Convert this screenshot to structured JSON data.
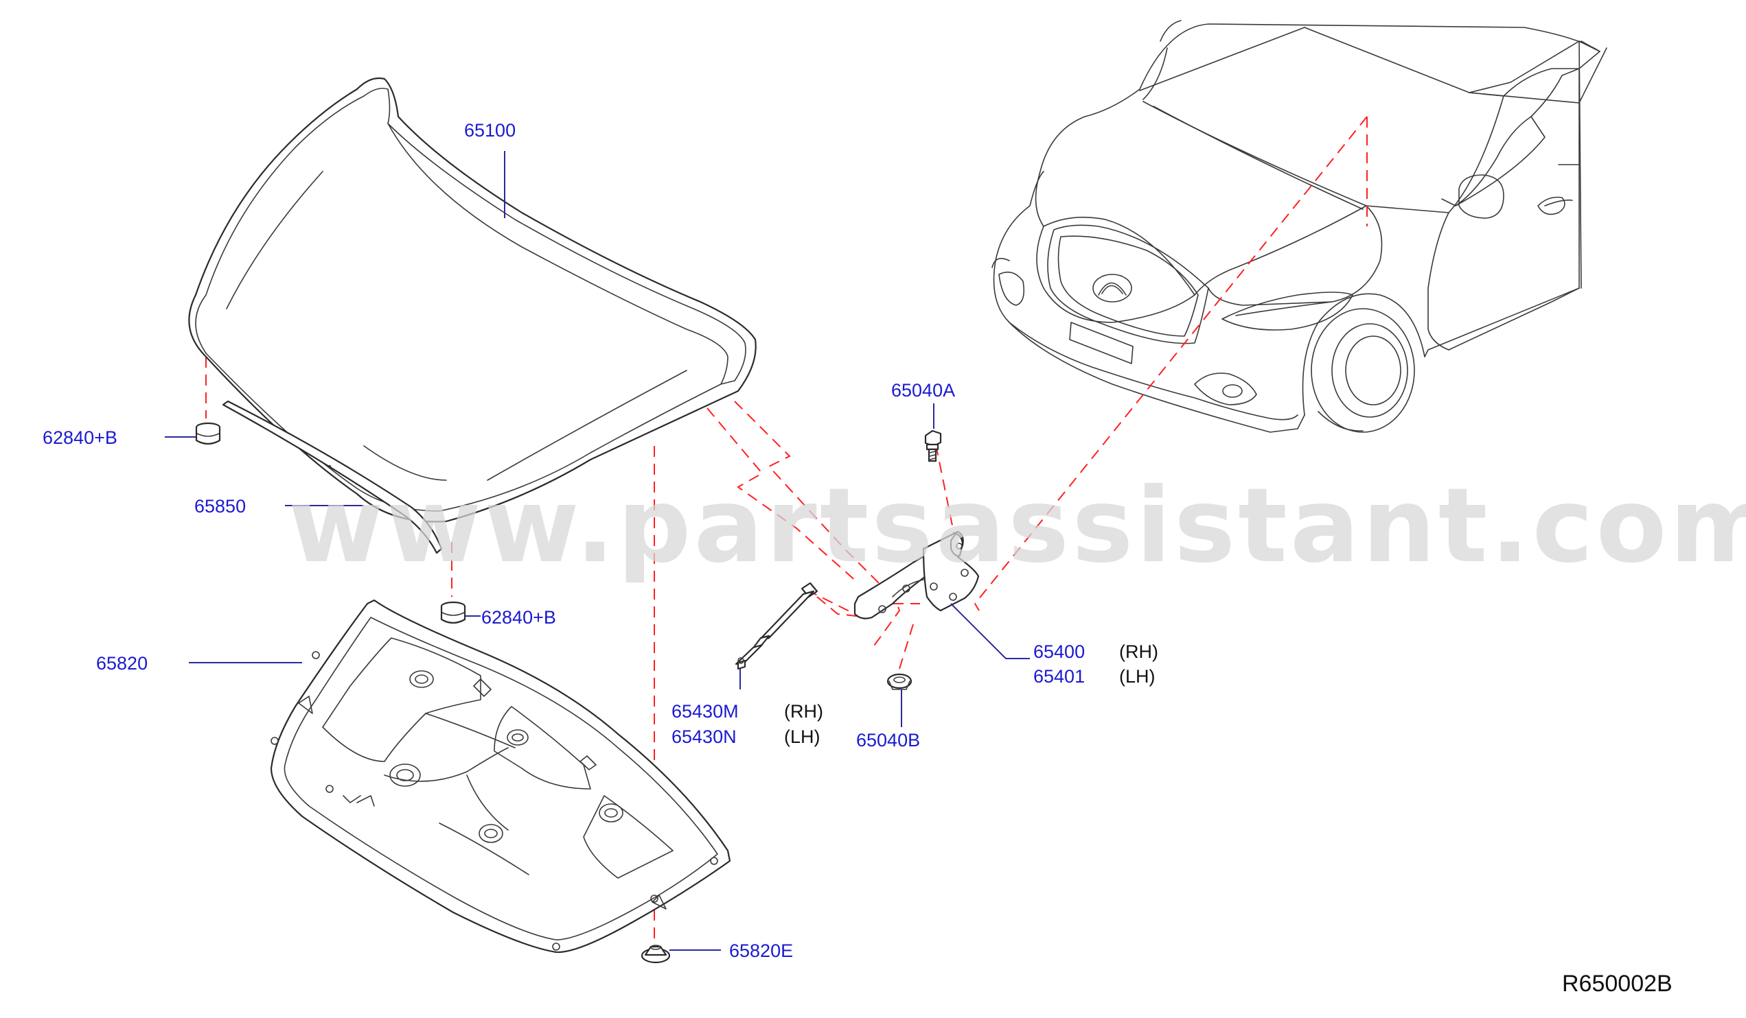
{
  "watermark": "www.partsassistant.com",
  "diagram_code": "R650002B",
  "labels": {
    "hood": "65100",
    "hood_bumper_upper": "62840+B",
    "hood_seal": "65850",
    "hood_bumper_lower": "62840+B",
    "hood_insulator": "65820",
    "insulator_clip": "65820E",
    "hinge_bolt": "65040A",
    "hinge_nut": "65040B",
    "hinge_rh": "65400",
    "hinge_lh": "65401",
    "strut_rh": "65430M",
    "strut_lh": "65430N"
  },
  "side_labels": {
    "hinge_rh": "(RH)",
    "hinge_lh": "(LH)",
    "strut_rh": "(RH)",
    "strut_lh": "(LH)"
  },
  "icons": {
    "car_logo": "infinity-emblem-icon"
  }
}
